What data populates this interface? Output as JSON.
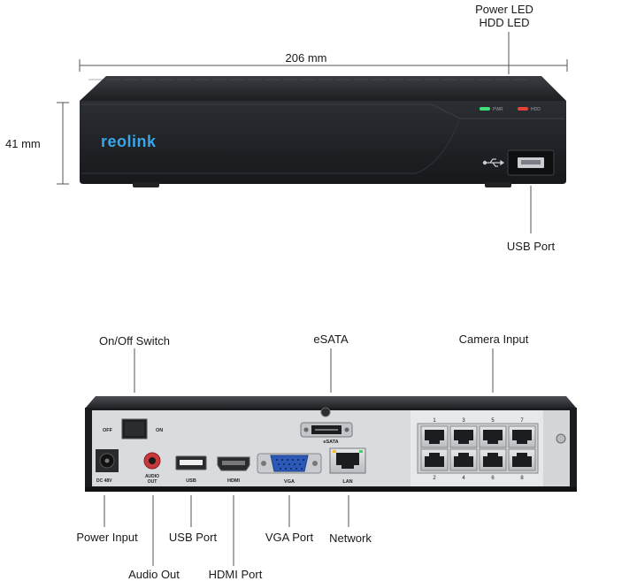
{
  "front": {
    "brand": "reolink",
    "width_label": "206 mm",
    "height_label": "41 mm",
    "led_labels": [
      "Power LED",
      "HDD LED"
    ],
    "led_pwr": "PWR",
    "led_hdd": "HDD",
    "usb_callout": "USB Port",
    "pwr_led_color": "#3fe07a",
    "hdd_led_color": "#e8423a",
    "brand_color": "#3aa6ea"
  },
  "back": {
    "callouts_top": {
      "switch": "On/Off Switch",
      "esata": "eSATA",
      "camera": "Camera Input"
    },
    "callouts_bottom": {
      "power": "Power Input",
      "audio": "Audio Out",
      "usb": "USB Port",
      "hdmi": "HDMI Port",
      "vga": "VGA Port",
      "network": "Network"
    },
    "panel_labels": {
      "off": "OFF",
      "on": "ON",
      "dc": "DC 48V",
      "audio_line1": "AUDIO",
      "audio_line2": "OUT",
      "usb": "USB",
      "hdmi": "HDMI",
      "vga": "VGA",
      "lan": "LAN",
      "esata": "eSATA"
    },
    "port_numbers_top": [
      "1",
      "3",
      "5",
      "7"
    ],
    "port_numbers_bottom": [
      "2",
      "4",
      "6",
      "8"
    ]
  }
}
